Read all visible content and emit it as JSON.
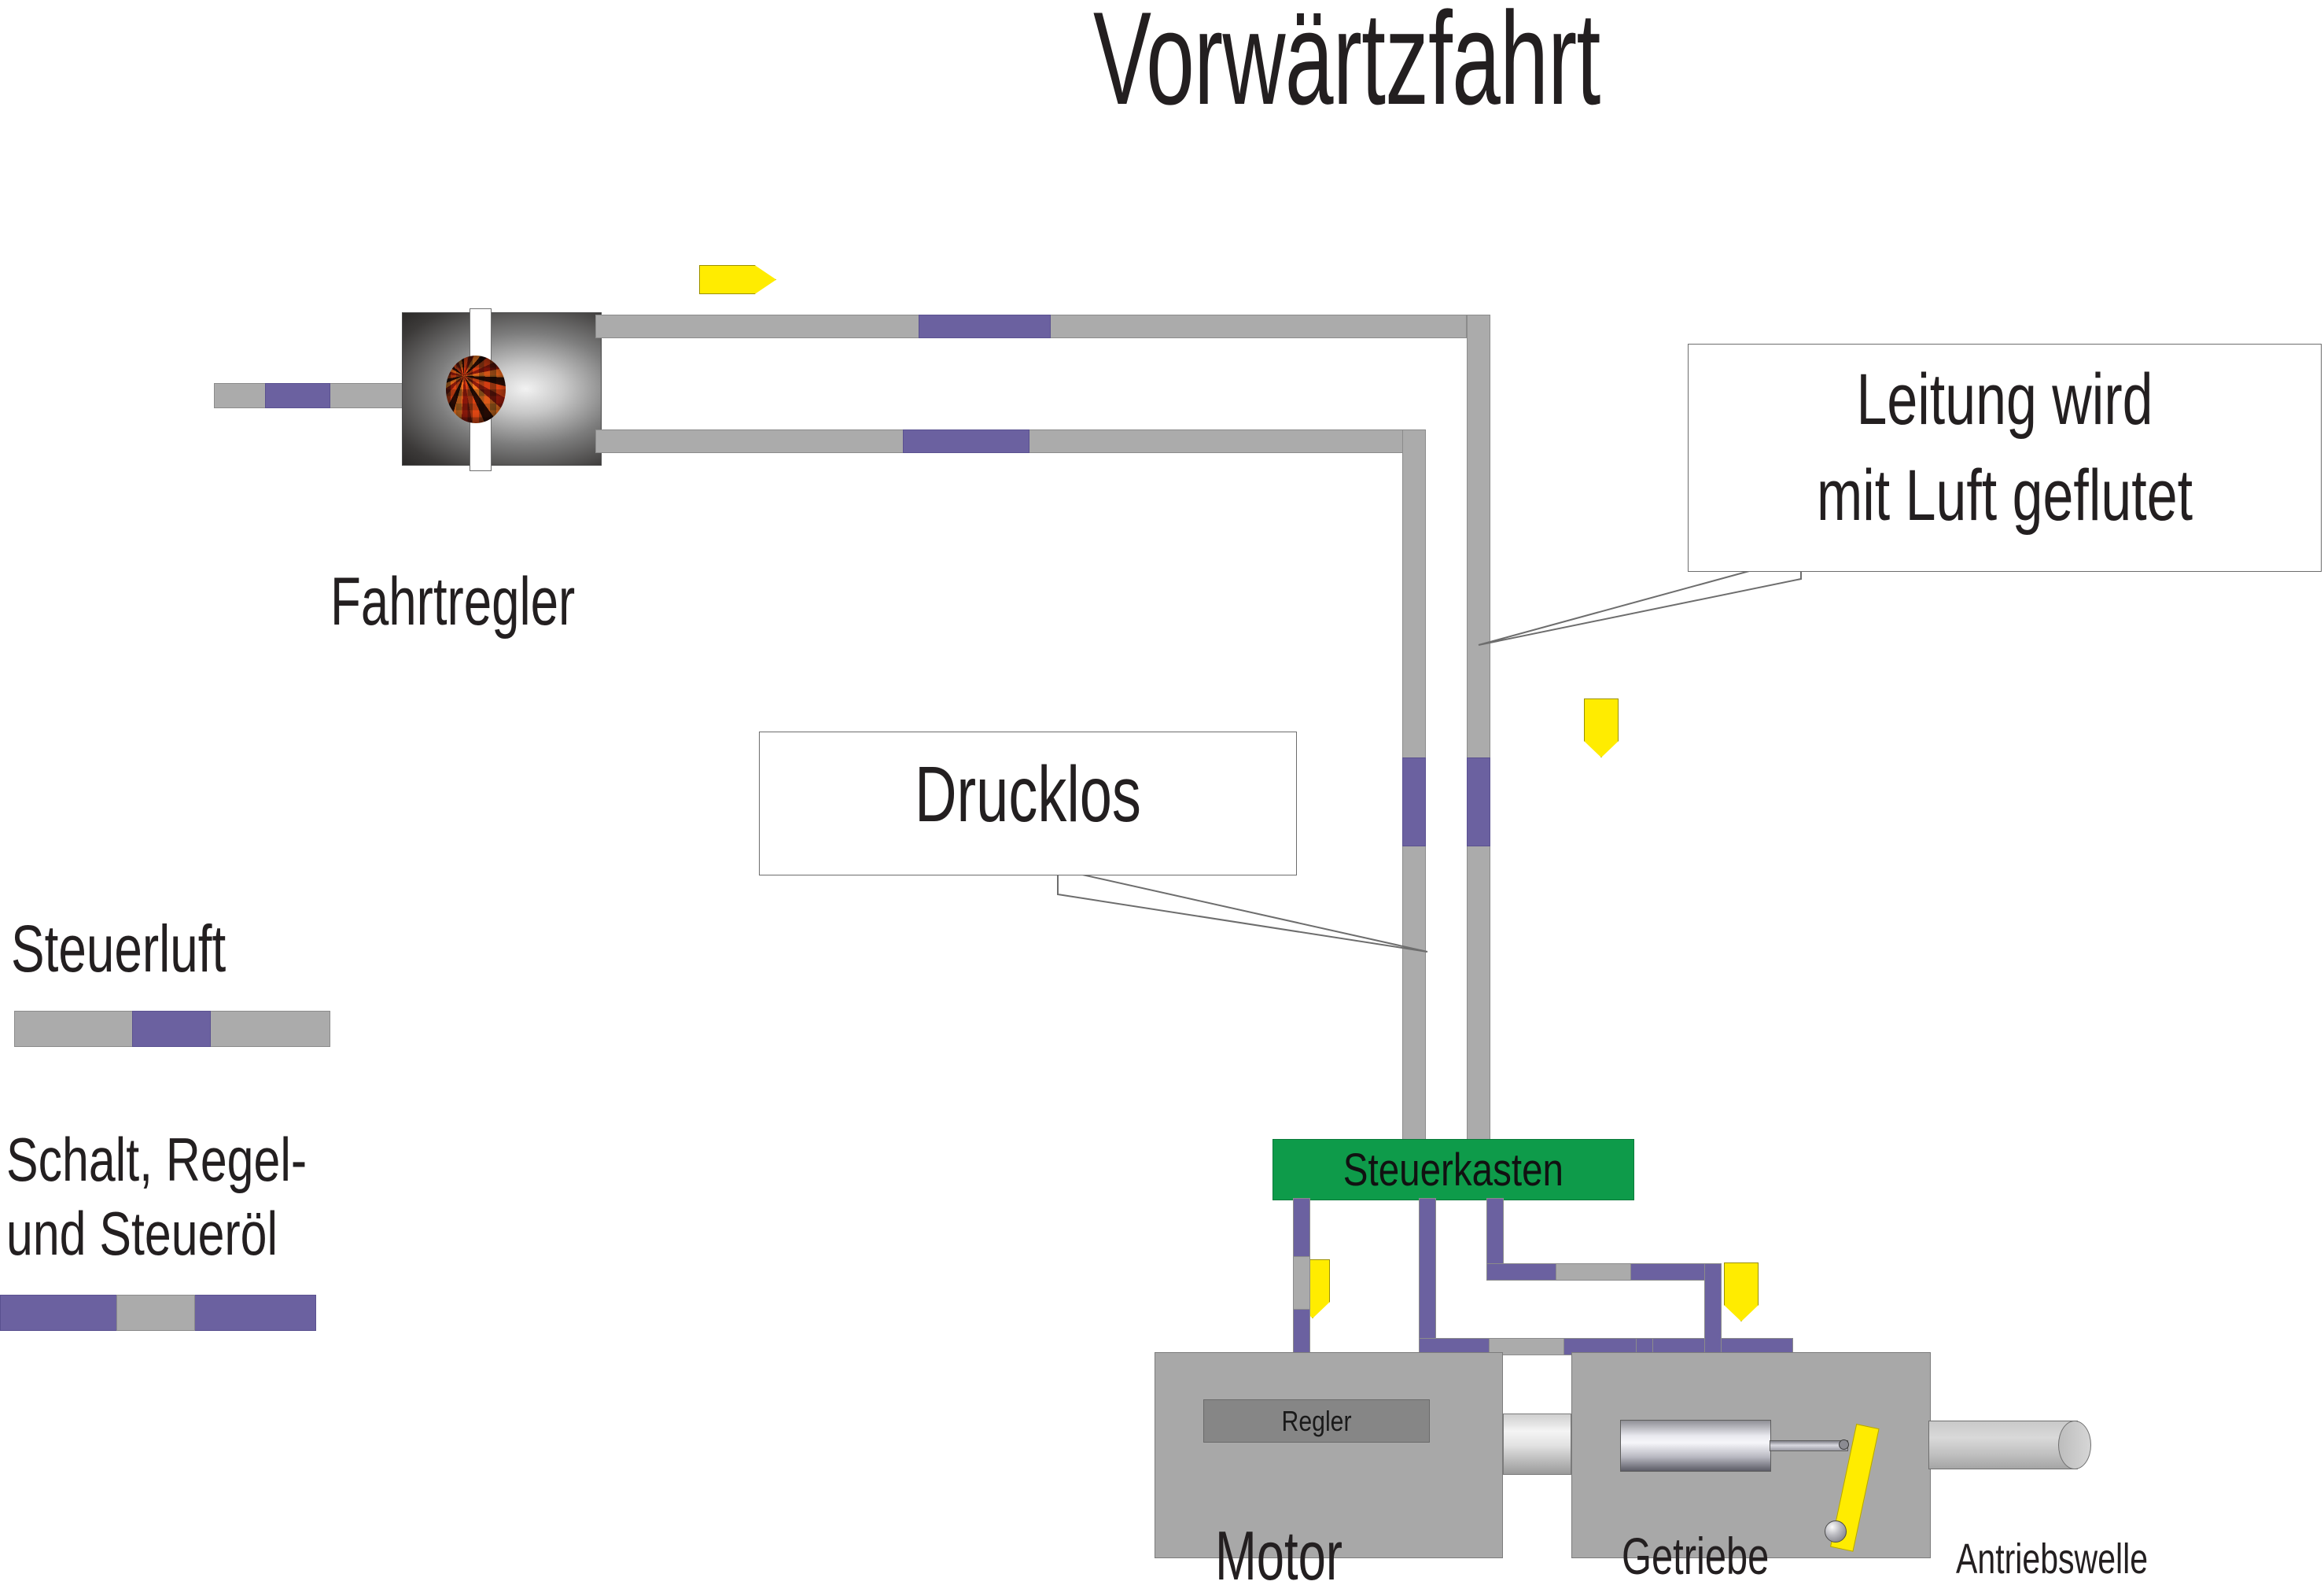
{
  "title": "Vorwärtzfahrt",
  "labels": {
    "fahrtregler": "Fahrtregler",
    "motor": "Motor",
    "getriebe": "Getriebe",
    "antriebswelle": "Antriebswelle",
    "steuerkasten": "Steuerkasten",
    "regler": "Regler"
  },
  "callouts": {
    "air_flood": {
      "line1": "Leitung wird",
      "line2": "mit Luft geflutet"
    },
    "pressureless": {
      "text": "Drucklos"
    }
  },
  "legend": {
    "control_air": {
      "label": "Steuerluft",
      "base_color": "#ababab",
      "accent_color": "#6b61a0"
    },
    "control_oil": {
      "label_line1": "Schalt, Regel-",
      "label_line2": "und Steueröl",
      "base_color": "#6b61a0",
      "accent_color": "#ababab"
    }
  },
  "colors": {
    "air_pipe": "#ababab",
    "oil_pipe": "#6b61a0",
    "steuerkasten_green": "#0e9b4a",
    "arrow_yellow": "#ffec00",
    "block_gray": "#a8a8a8",
    "regler_gray": "#868686",
    "text": "#231f20"
  },
  "arrows": [
    {
      "name": "flow-arrow-top-right",
      "direction": "right"
    },
    {
      "name": "flow-arrow-vertical-line",
      "direction": "down"
    },
    {
      "name": "flow-arrow-motor-feed",
      "direction": "down"
    },
    {
      "name": "flow-arrow-getriebe-feed",
      "direction": "down"
    }
  ]
}
